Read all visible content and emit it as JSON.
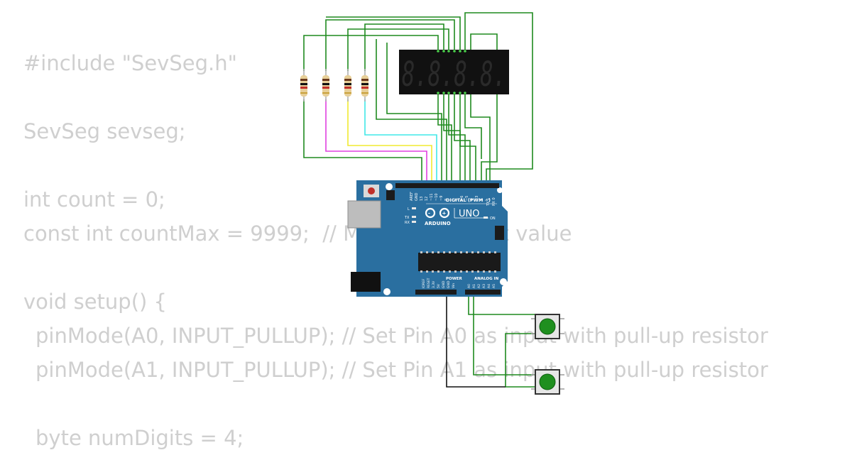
{
  "code": {
    "lines": [
      "#include \"SevSeg.h\"",
      "SevSeg sevseg;",
      "int count = 0;",
      "const int countMax = 9999;  // Maximum count value",
      "void setup() {",
      "pinMode(A0, INPUT_PULLUP); // Set Pin A0 as input with pull-up resistor",
      "pinMode(A1, INPUT_PULLUP); // Set Pin A1 as input with pull-up resistor",
      "byte numDigits = 4;"
    ]
  },
  "display": {
    "digits": "8.8.8.8."
  },
  "arduino": {
    "brand": "ARDUINO",
    "model": "UNO",
    "digital_header": "DIGITAL (PWM ~)",
    "power_label": "POWER",
    "analog_label": "ANALOG IN",
    "led_l": "L",
    "led_tx": "TX",
    "led_rx": "RX",
    "led_on": "ON",
    "digital_pins": [
      "AREF",
      "GND",
      "13",
      "12",
      "~11",
      "~10",
      "~9",
      "8",
      "7",
      "~6",
      "~5",
      "4",
      "~3",
      "2",
      "TX 1",
      "RX 0"
    ],
    "power_pins": [
      "IOREF",
      "RESET",
      "3.3V",
      "5V",
      "GND",
      "GND",
      "Vin"
    ],
    "analog_pins": [
      "A0",
      "A1",
      "A2",
      "A3",
      "A4",
      "A5"
    ]
  },
  "colors": {
    "board": "#2a6fa0",
    "wire_green": "#1f8a1f",
    "wire_magenta": "#e040e0",
    "wire_yellow": "#f0ea30",
    "wire_cyan": "#40e8e8",
    "wire_black": "#111111",
    "button_cap": "#1f8f1f",
    "code_text": "#cfcfcf"
  }
}
